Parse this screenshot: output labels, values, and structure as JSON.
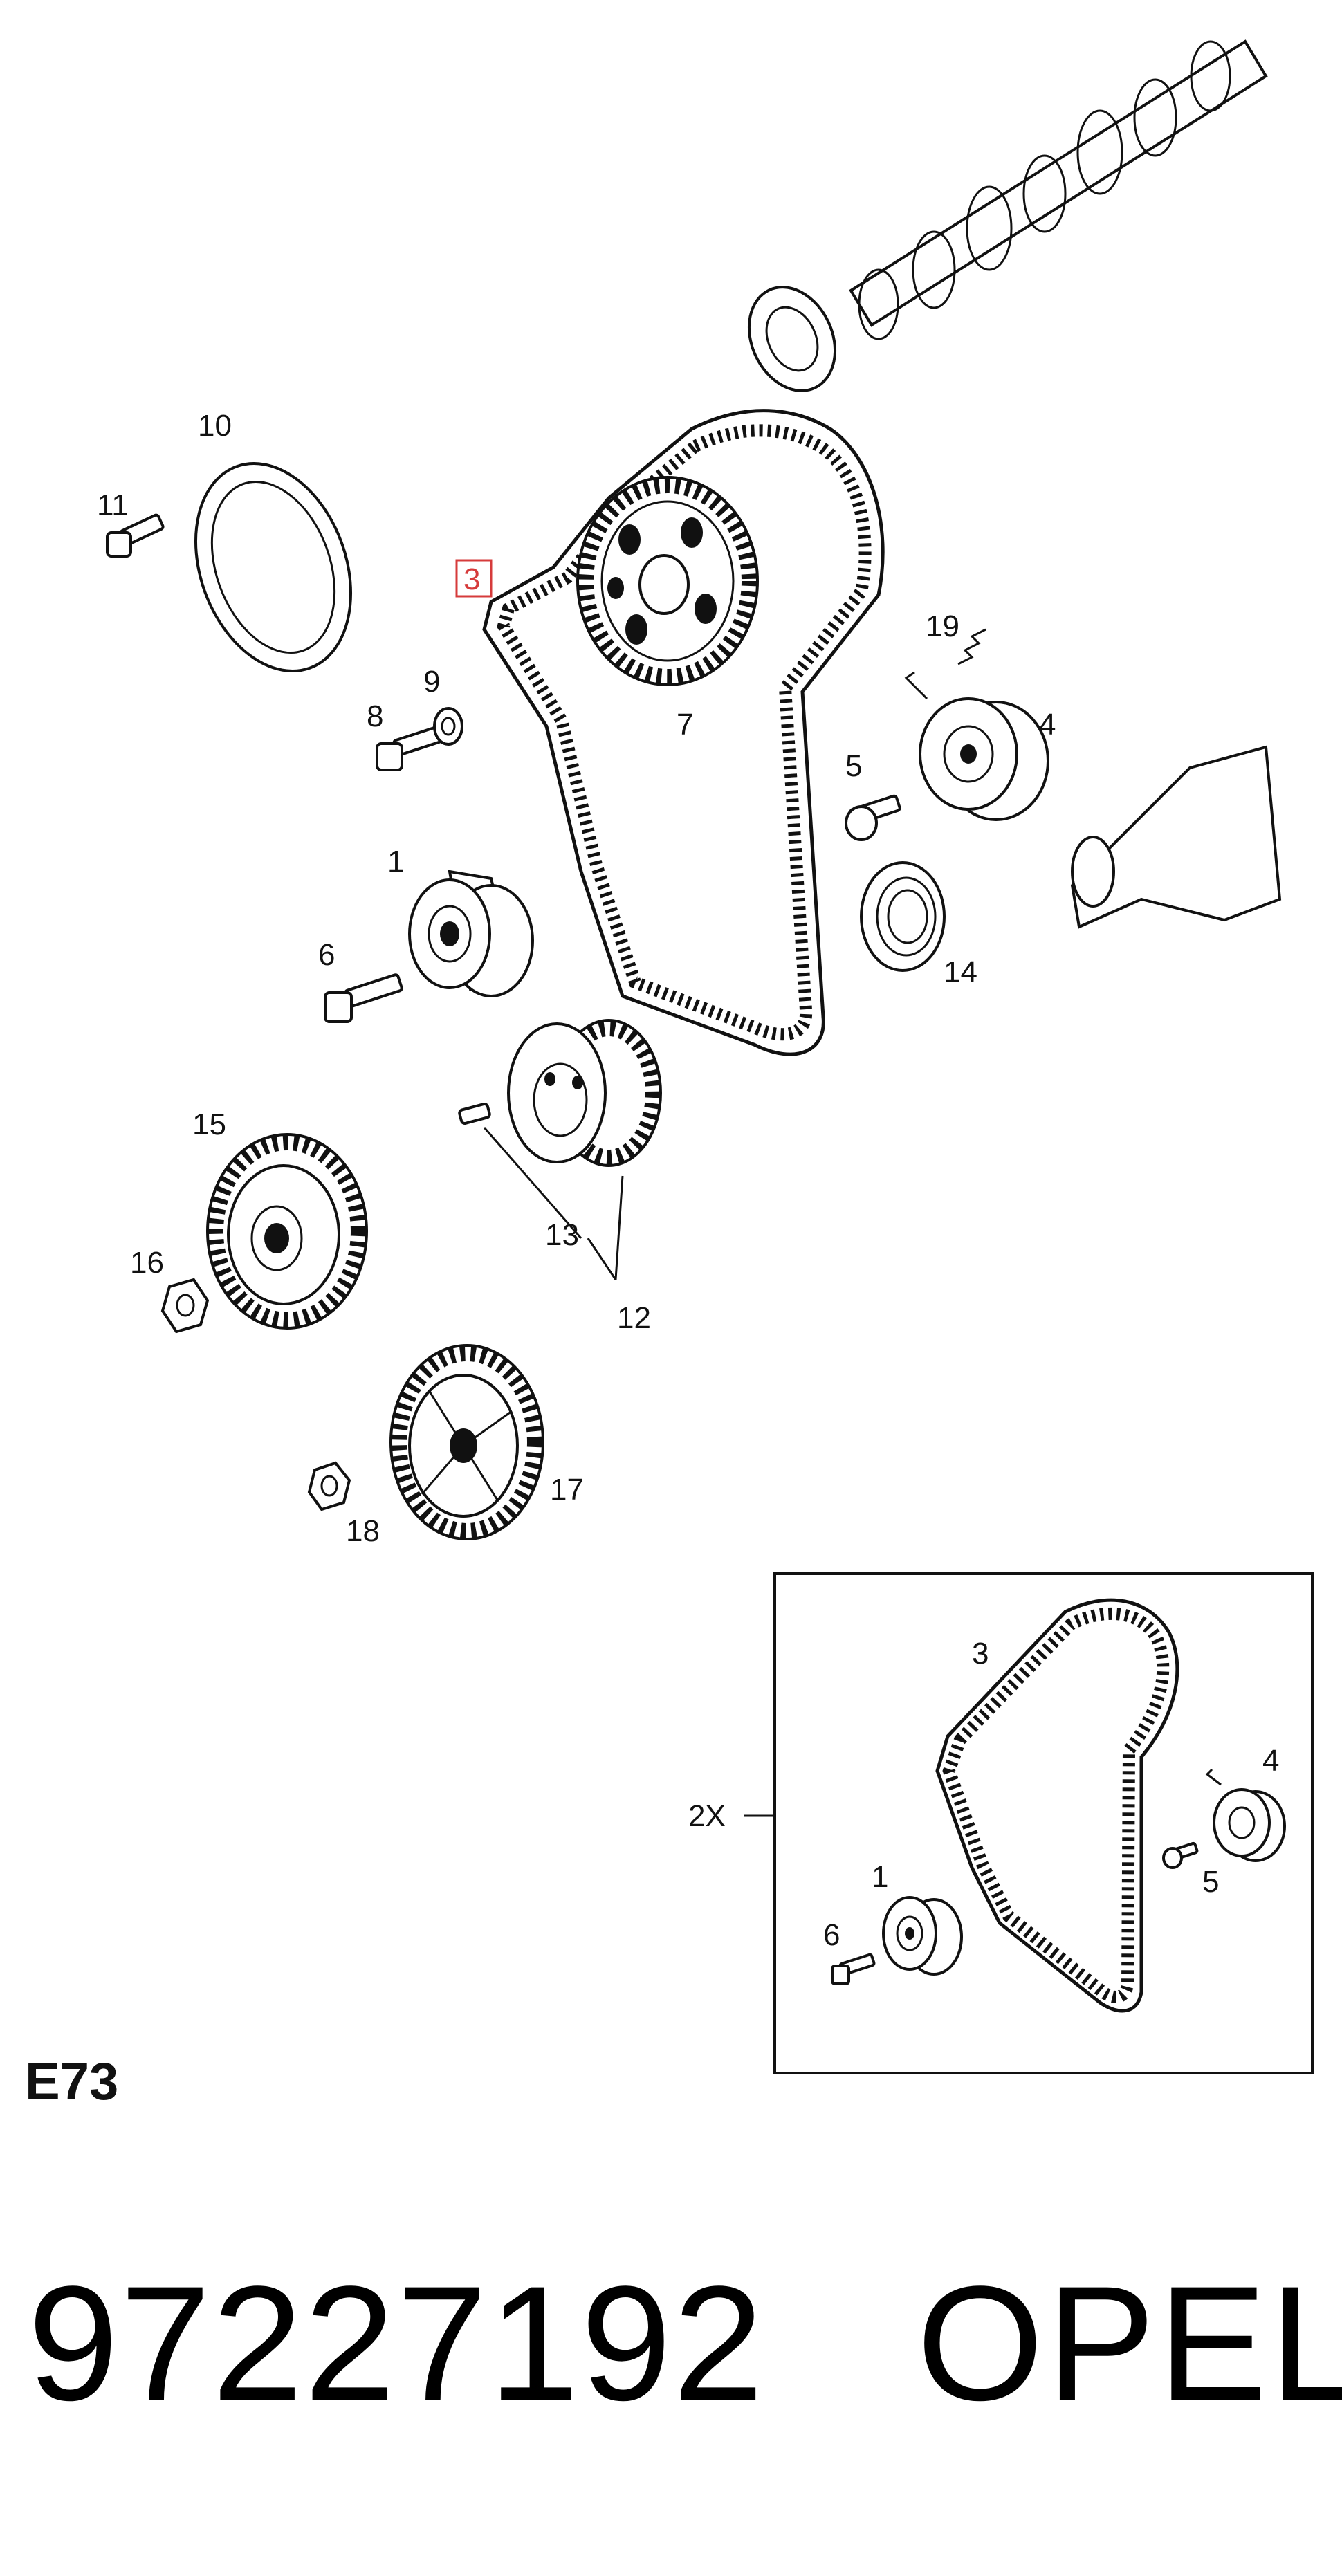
{
  "callouts": {
    "c1": "1",
    "c3": "3",
    "c4": "4",
    "c5": "5",
    "c6": "6",
    "c7": "7",
    "c8": "8",
    "c9": "9",
    "c10": "10",
    "c11": "11",
    "c12": "12",
    "c13": "13",
    "c14": "14",
    "c15": "15",
    "c16": "16",
    "c17": "17",
    "c18": "18",
    "c19": "19"
  },
  "inset": {
    "quantity": "2X",
    "c1": "1",
    "c3": "3",
    "c4": "4",
    "c5": "5",
    "c6": "6"
  },
  "section_code": "E73",
  "part_number": "97227192",
  "brand": "OPEL",
  "colors": {
    "highlight": "#d63b3b",
    "ink": "#111111"
  }
}
